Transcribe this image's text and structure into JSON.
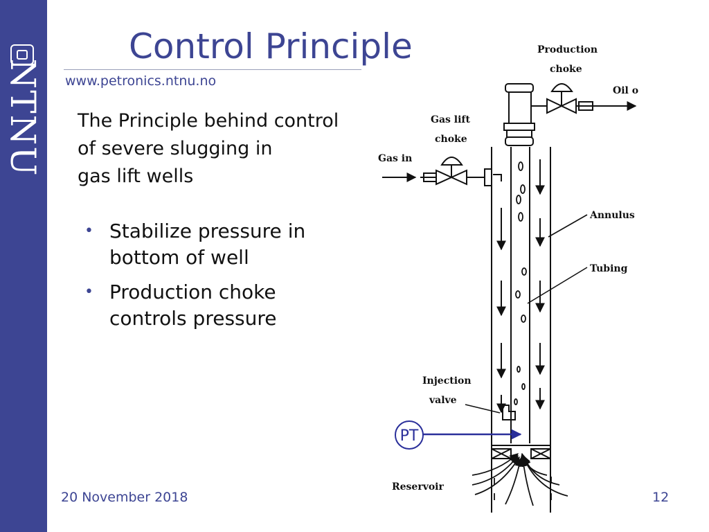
{
  "slide": {
    "title": "Control Principle",
    "url": "www.petronics.ntnu.no",
    "subtitle_lines": [
      "The Principle behind control",
      "of severe slugging in",
      "gas lift wells"
    ],
    "bullets": [
      {
        "line1": "Stabilize pressure in",
        "line2": "bottom of well"
      },
      {
        "line1": "Production choke",
        "line2": "controls pressure"
      }
    ],
    "footer": {
      "date": "20 November 2018",
      "page": "12"
    }
  },
  "branding": {
    "wordmark": "NTNU"
  },
  "diagram": {
    "labels": {
      "production_choke_1": "Production",
      "production_choke_2": "choke",
      "oil_out": "Oil o",
      "gas_lift_choke_1": "Gas lift",
      "gas_lift_choke_2": "choke",
      "gas_in": "Gas in",
      "annulus": "Annulus",
      "tubing": "Tubing",
      "injection_valve_1": "Injection",
      "injection_valve_2": "valve",
      "pt": "PT",
      "reservoir": "Reservoir"
    }
  },
  "colors": {
    "brand": "#3d4593",
    "pt_arrow": "#2a2f9a"
  }
}
